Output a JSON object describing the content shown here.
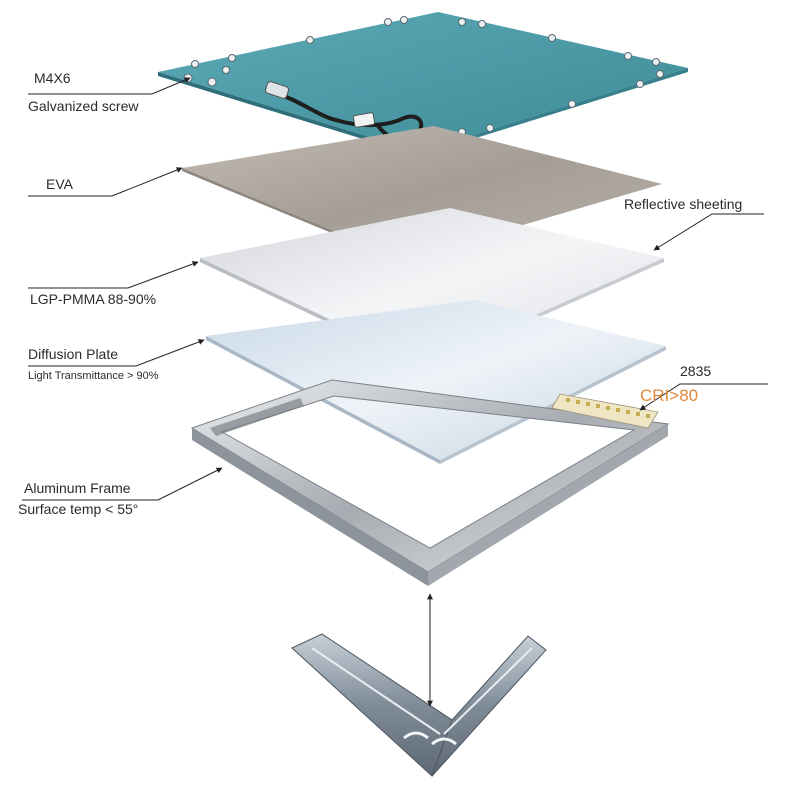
{
  "labels": {
    "screw_size": "M4X6",
    "screw_type": "Galvanized screw",
    "eva": "EVA",
    "reflective": "Reflective sheeting",
    "lgp": "LGP-PMMA 88-90%",
    "diffusion": "Diffusion Plate",
    "transmittance": "Light Transmittance > 90%",
    "led": "2835",
    "cri": "CRI>80",
    "frame": "Aluminum Frame",
    "surface_temp": "Surface temp < 55°"
  },
  "colors": {
    "backplate": "#4a9aa8",
    "eva": "#aba49c",
    "lgp": "#e4e6ea",
    "diffusion": "#d6e3ee",
    "frame": "#b9bdc2",
    "profile": "#8d9aa6",
    "led": "#d8c27a",
    "accent": "#e08a3a",
    "text": "#2b2b2b"
  }
}
